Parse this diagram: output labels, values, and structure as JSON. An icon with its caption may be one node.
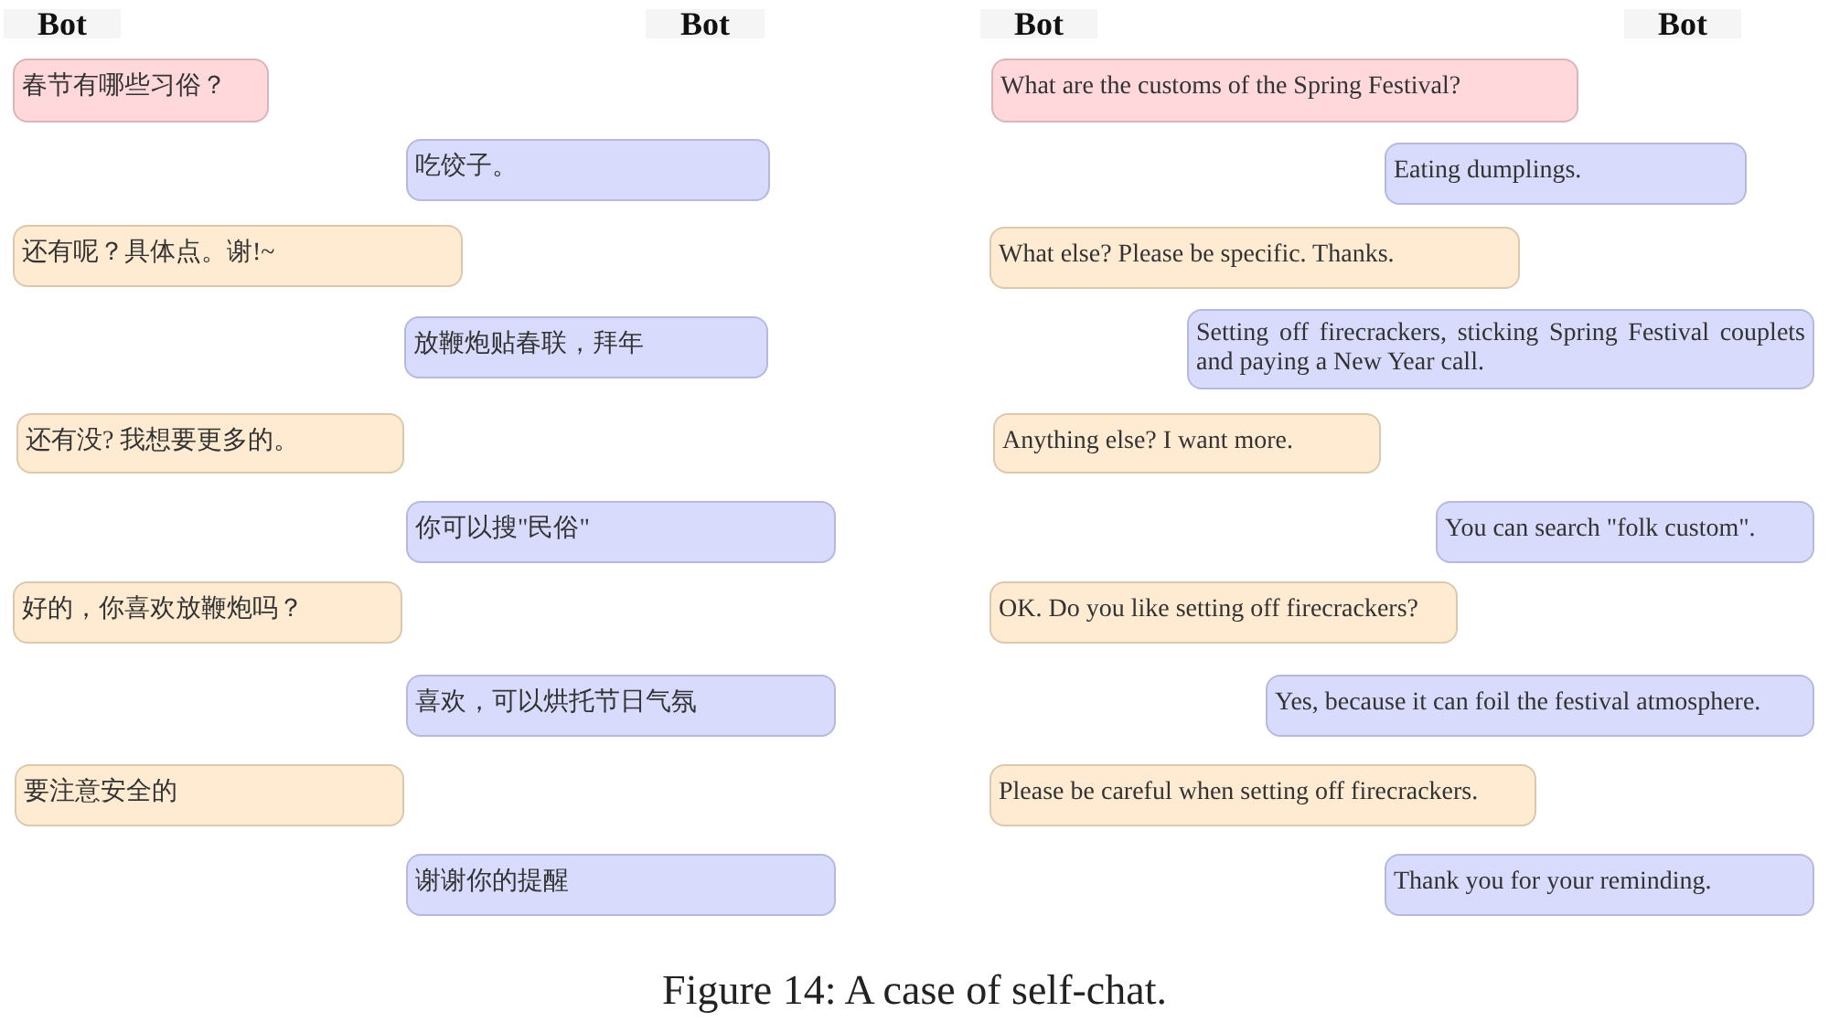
{
  "diagram": {
    "caption": "Figure 14: A case of self-chat.",
    "nodes": [
      {
        "text": [
          "春节有哪些习俗？"
        ]
      },
      {
        "text": [
          "吃饺子。"
        ]
      },
      {
        "text": [
          "还有呢？具体点。谢!~"
        ]
      },
      {
        "text": [
          "放鞭炮贴春联，拜年"
        ]
      },
      {
        "text": [
          "还有没? 我想要更多的。"
        ]
      },
      {
        "text": [
          "你可以搜\"民俗\""
        ]
      },
      {
        "text": [
          "好的，你喜欢放鞭炮吗？"
        ]
      },
      {
        "text": [
          "喜欢，可以烘托节日气氛"
        ]
      },
      {
        "text": [
          "要注意安全的"
        ]
      },
      {
        "text": [
          "谢谢你的提醒"
        ]
      },
      {
        "text": [
          "What are the customs of the Spring Festival?"
        ]
      },
      {
        "text": [
          "Eating dumplings."
        ]
      },
      {
        "text": [
          "What else? Please be specific. Thanks."
        ]
      },
      {
        "text": [
          "Setting off firecrackers, sticking Spring Festival couplets and paying a New Year call."
        ]
      },
      {
        "text": [
          "Anything else? I want more."
        ]
      },
      {
        "text": [
          "You can search \"folk custom\"."
        ]
      },
      {
        "text": [
          "OK. Do you like setting off firecrackers?"
        ]
      },
      {
        "text": [
          "Yes, because it can foil the festival atmosphere."
        ]
      },
      {
        "text": [
          "Please be careful when setting off firecrackers."
        ]
      },
      {
        "text": [
          "Thank you for your reminding."
        ]
      }
    ],
    "labels": [
      "Bot",
      "Bot",
      "Bot",
      "Bot"
    ]
  }
}
